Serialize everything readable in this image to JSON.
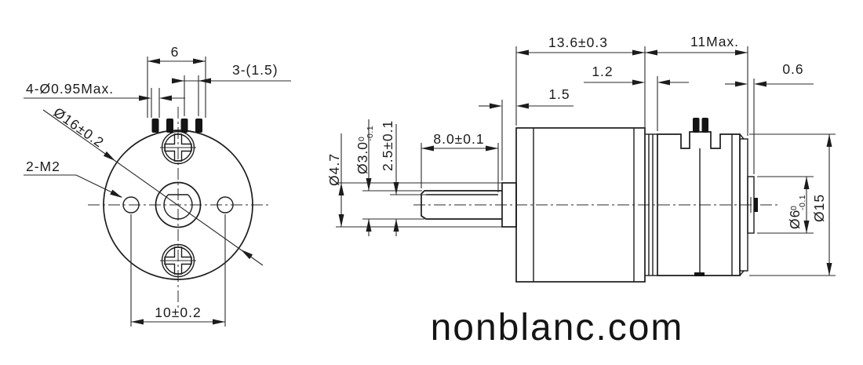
{
  "front_view": {
    "pin_overall_width": "6",
    "pin_pitch": "3-(1.5)",
    "pin_diameter": "4-Ø0.95Max.",
    "body_diameter": "Ø16±0.2",
    "mounting_holes": "2-M2",
    "hole_spacing": "10±0.2"
  },
  "side_view": {
    "gearbox_length": "13.6±0.3",
    "motor_length": "11Max.",
    "spacer_width": "1.2",
    "boss_length": "0.6",
    "bushing_length": "1.5",
    "flat_length": "8.0±0.1",
    "bushing_diameter": "Ø4.7",
    "shaft_diameter": "Ø3.0",
    "shaft_tol_upper": "0",
    "shaft_tol_lower": "-0.1",
    "flat_height": "2.5±0.1",
    "boss_diameter": "Ø6",
    "boss_tol_upper": "0",
    "boss_tol_lower": "-0.1",
    "motor_diameter": "Ø15"
  },
  "watermark": "nonblanc.com",
  "colors": {
    "ink": "#1c1c1c",
    "paper": "#ffffff"
  }
}
